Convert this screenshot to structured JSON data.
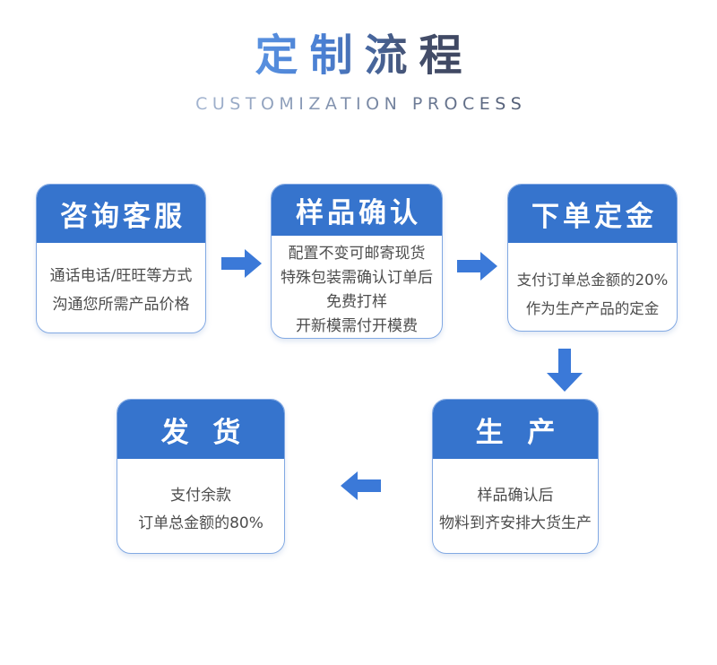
{
  "header": {
    "title": "定制流程",
    "subtitle": "CUSTOMIZATION PROCESS"
  },
  "colors": {
    "step_header_blue": "#3674cd",
    "arrow_blue": "#3b79d8",
    "card_border_blue": "#82a9e3",
    "title_gradient_start": "#5b94e2",
    "title_gradient_end": "#3c445e",
    "body_text": "#4d4d4d",
    "background": "#ffffff"
  },
  "steps": [
    {
      "title": "咨询客服",
      "lines": [
        "通话电话/旺旺等方式",
        "沟通您所需产品价格"
      ]
    },
    {
      "title": "样品确认",
      "lines": [
        "配置不变可邮寄现货",
        "特殊包装需确认订单后",
        "免费打样",
        "开新模需付开模费"
      ]
    },
    {
      "title": "下单定金",
      "lines": [
        "支付订单总金额的20%",
        "作为生产产品的定金"
      ]
    },
    {
      "title": "生 产",
      "lines": [
        "样品确认后",
        "物料到齐安排大货生产"
      ]
    },
    {
      "title": "发 货",
      "lines": [
        "支付余款",
        "订单总金额的80%"
      ]
    }
  ]
}
